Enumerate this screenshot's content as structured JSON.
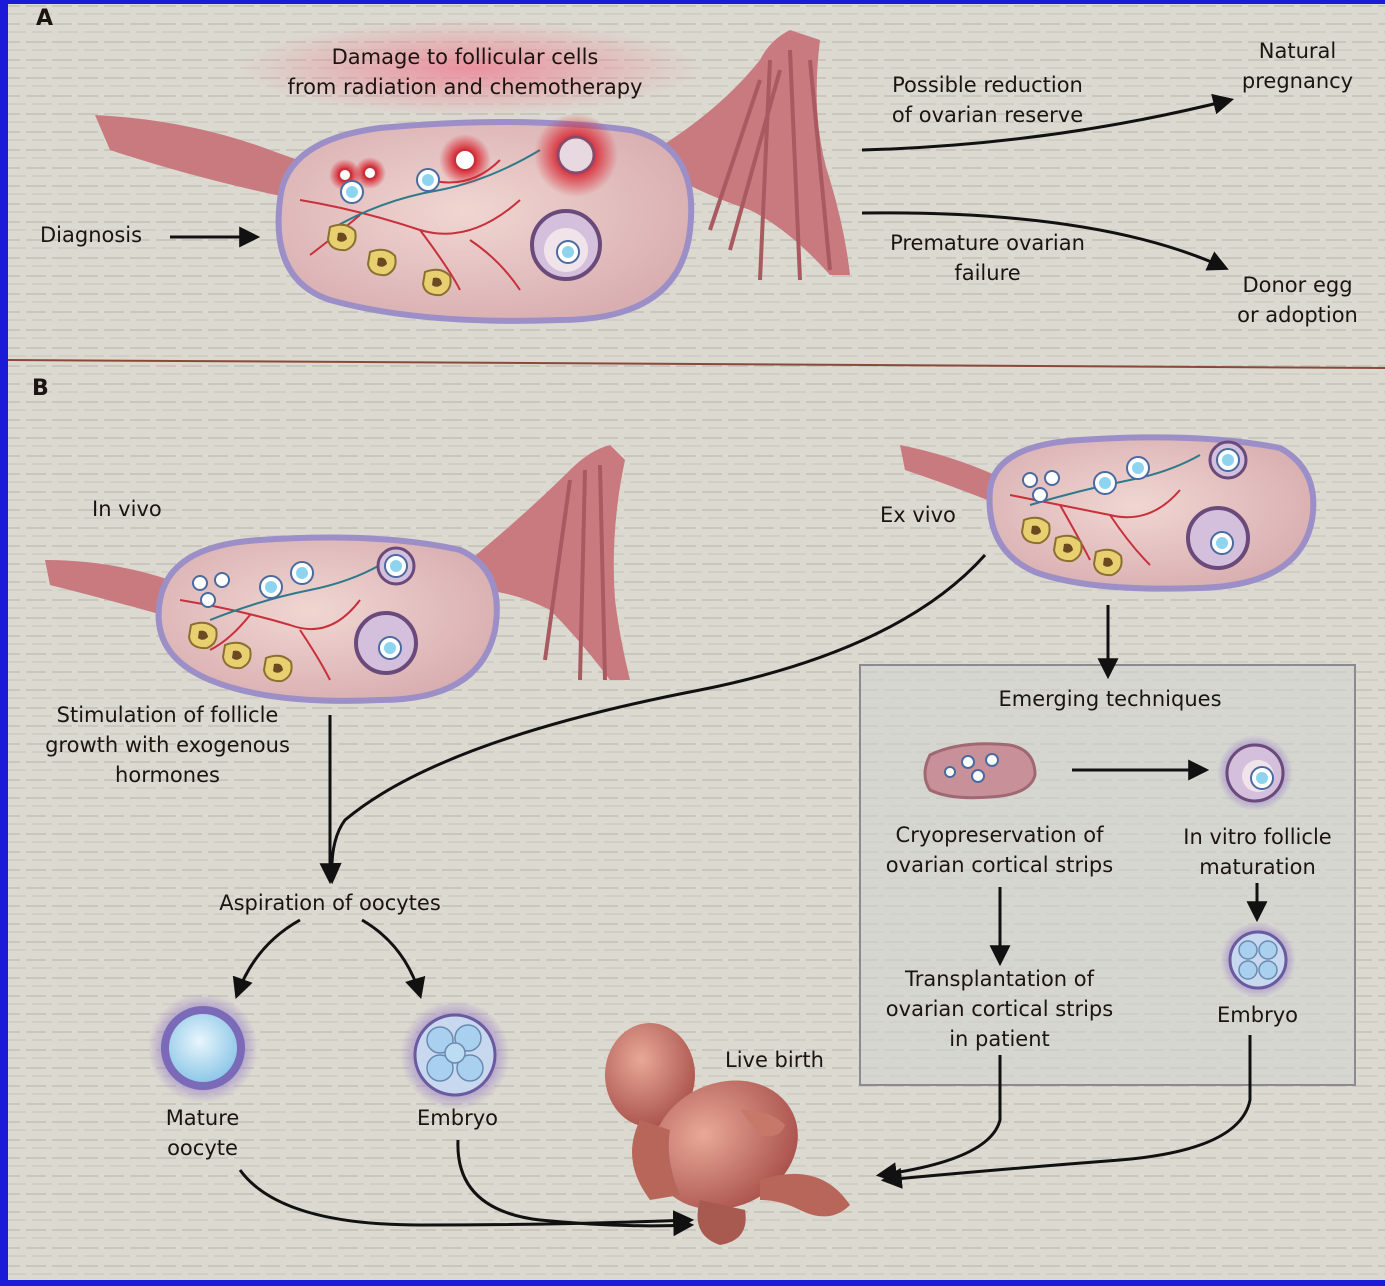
{
  "panel_a": {
    "letter": "A",
    "damage_label": "Damage to follicular cells\nfrom radiation and chemotherapy",
    "diagnosis_label": "Diagnosis",
    "reduction_label": "Possible reduction\nof ovarian reserve",
    "natural_pregnancy_label": "Natural\npregnancy",
    "premature_failure_label": "Premature ovarian\nfailure",
    "donor_egg_label": "Donor egg\nor adoption"
  },
  "panel_b": {
    "letter": "B",
    "in_vivo_label": "In vivo",
    "ex_vivo_label": "Ex vivo",
    "stimulation_label": "Stimulation of follicle\ngrowth with exogenous\nhormones",
    "aspiration_label": "Aspiration of oocytes",
    "mature_oocyte_label": "Mature\noocyte",
    "embryo_label": "Embryo",
    "live_birth_label": "Live birth",
    "emerging_title": "Emerging techniques",
    "cryopreservation_label": "Cryopreservation of\novarian cortical strips",
    "in_vitro_label": "In vitro follicle\nmaturation",
    "transplantation_label": "Transplantation of\novarian cortical strips\nin patient",
    "embryo_right_label": "Embryo"
  },
  "colors": {
    "frame": "#1a1ad8",
    "paper": "#dcd9d0",
    "ovary_fill": "#e8c8c4",
    "ovary_edge": "#9c8fc8",
    "tube": "#c87a7e",
    "damage_glow": "#d8202c",
    "follicle_blue": "#8ed4ee",
    "divider": "#8a4a3a"
  }
}
